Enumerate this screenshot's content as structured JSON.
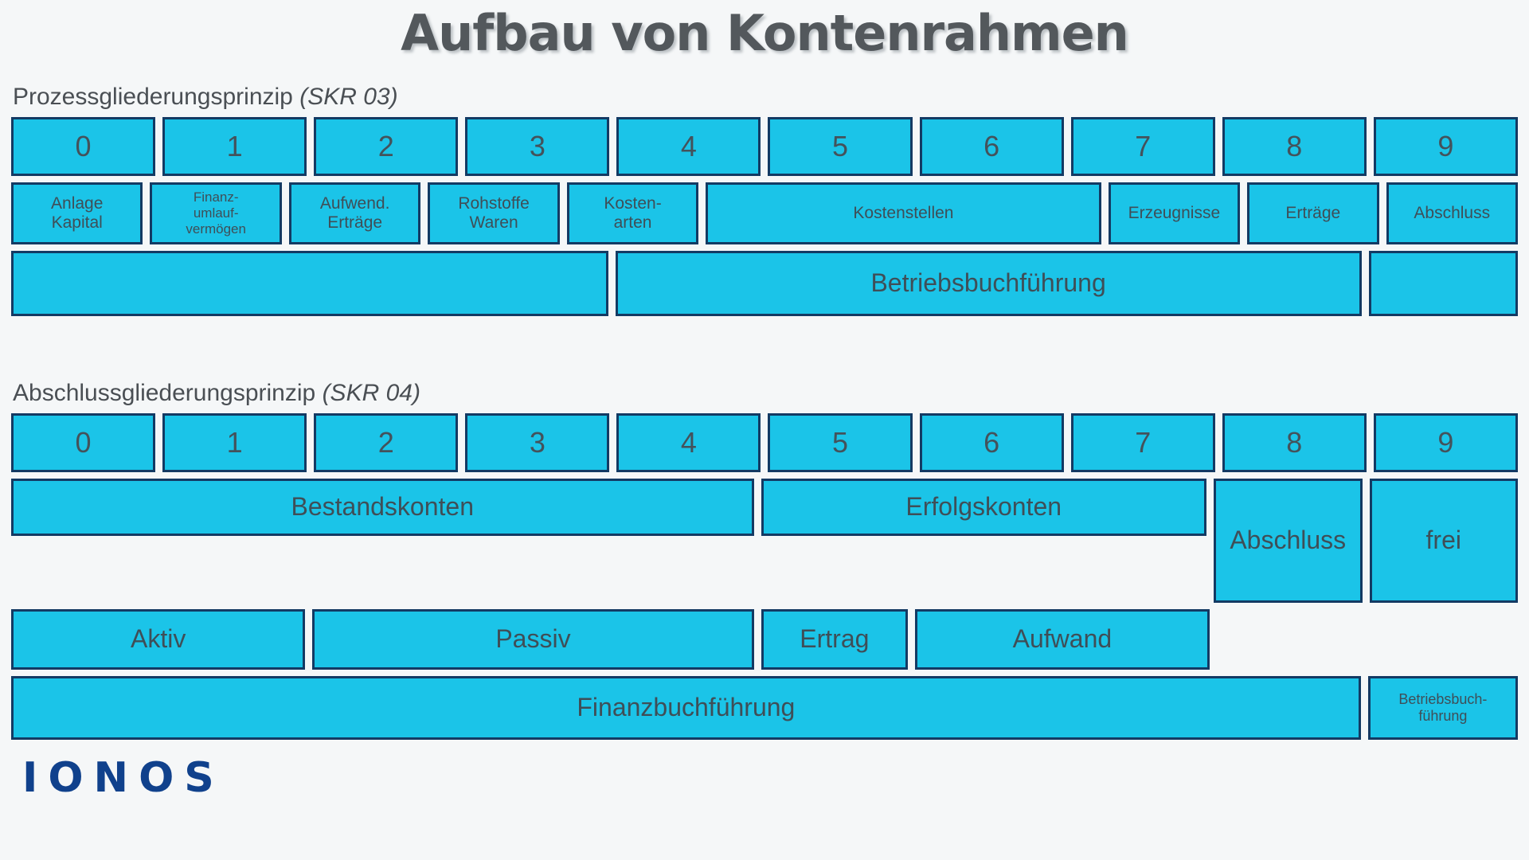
{
  "title": "Aufbau von Kontenrahmen",
  "colors": {
    "box_fill": "#1bc4e8",
    "box_border": "#133a63",
    "text": "#3f4e57",
    "title_text": "#53585c",
    "background": "#f5f7f8",
    "logo": "#10418c"
  },
  "sections": [
    {
      "heading_main": "Prozessgliederungsprinzip",
      "heading_note": "(SKR 03)",
      "digits": [
        "0",
        "1",
        "2",
        "3",
        "4",
        "5",
        "6",
        "7",
        "8",
        "9"
      ],
      "labels": [
        "Anlage\nKapital",
        "Finanz-\numlauf-\nvermögen",
        "Aufwend.\nErträge",
        "Rohstoffe\nWaren",
        "Kosten-\narten",
        "Kostenstellen",
        "Erzeugnisse",
        "Erträge",
        "Abschluss"
      ],
      "wide": [
        "",
        "Betriebsbuchführung",
        ""
      ]
    },
    {
      "heading_main": "Abschlussgliederungsprinzip",
      "heading_note": "(SKR 04)",
      "digits": [
        "0",
        "1",
        "2",
        "3",
        "4",
        "5",
        "6",
        "7",
        "8",
        "9"
      ],
      "group_row": [
        "Bestandskonten",
        "Erfolgskonten",
        "Abschluss",
        "frei"
      ],
      "detail_row": [
        "Aktiv",
        "Passiv",
        "Ertrag",
        "Aufwand"
      ],
      "final_row": [
        "Finanzbuchführung",
        "Betriebsbuch-\nführung"
      ]
    }
  ],
  "logo": "IONOS"
}
